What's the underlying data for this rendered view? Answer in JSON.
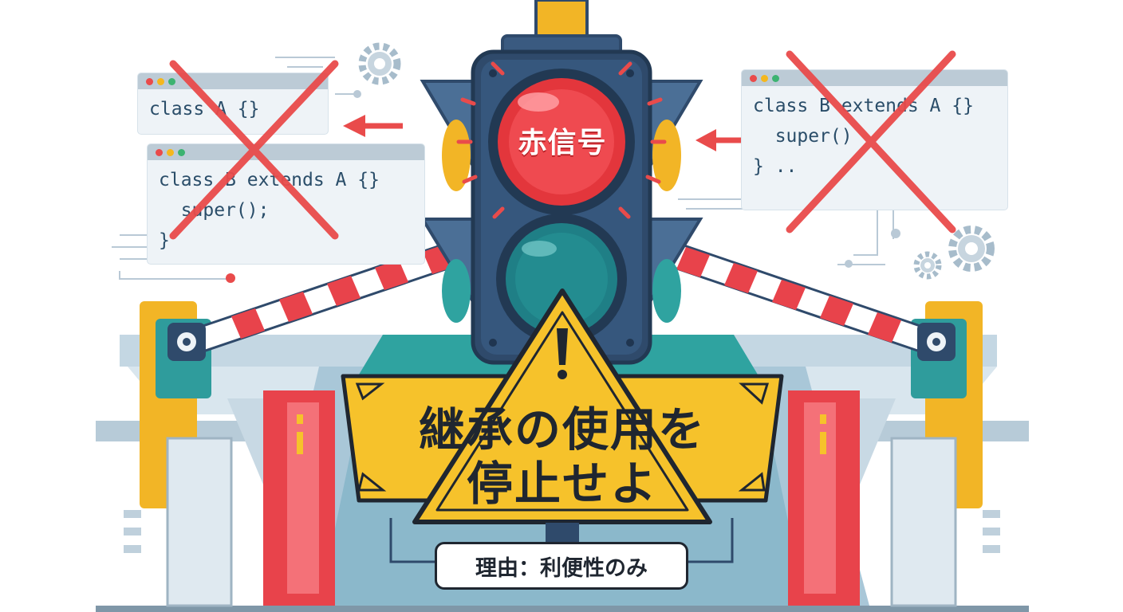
{
  "traffic_light": {
    "label": "赤信号"
  },
  "code_windows": {
    "top_left": {
      "lines": [
        "class A {}"
      ]
    },
    "mid_left": {
      "lines": [
        "class B extends A {}",
        "  super();",
        "}"
      ]
    },
    "right": {
      "lines": [
        "class B extends A {}",
        "  super()",
        "} .."
      ]
    }
  },
  "warning_sign": {
    "line1": "継承の使用を",
    "line2": "停止せよ"
  },
  "reason": {
    "text": "理由：利便性のみ"
  },
  "colors": {
    "danger_red": "#e94b4b",
    "warning_yellow": "#f6c22b",
    "housing_navy": "#2f4a6b",
    "teal": "#2f9c9c",
    "barrier_red": "#e8434b"
  },
  "icons": [
    "gear-icon",
    "arrow-left-icon",
    "double-arrow-icon",
    "exclamation-icon",
    "cross-out-icon"
  ]
}
